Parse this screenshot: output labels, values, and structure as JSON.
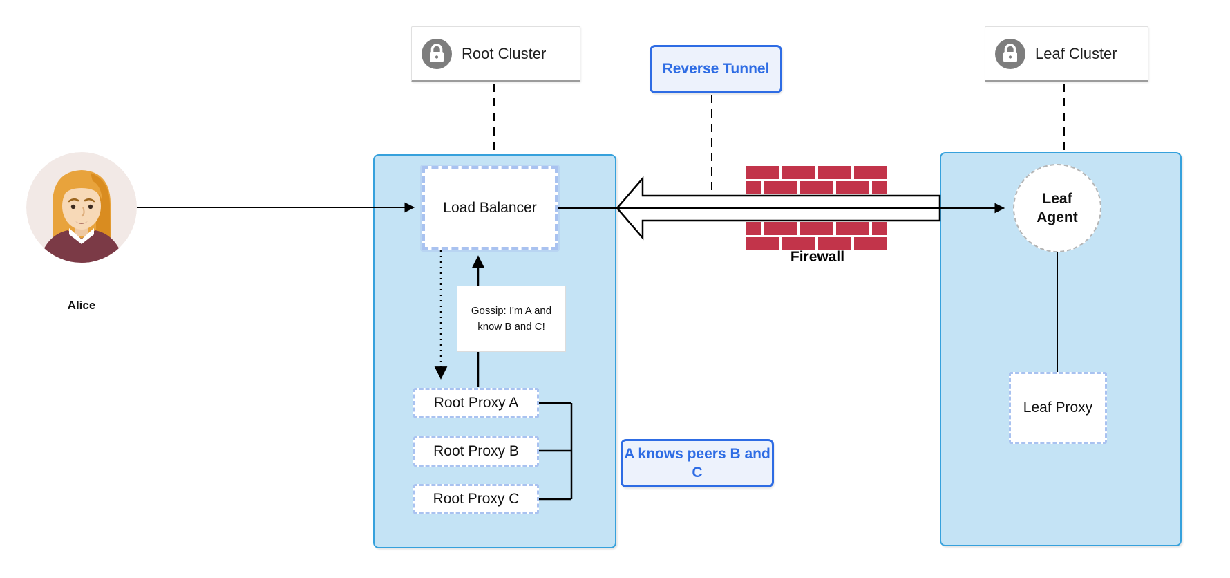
{
  "colors": {
    "cluster_fill": "#c4e3f5",
    "cluster_border": "#36a1dc",
    "dashed_node_border": "#a9c2f0",
    "accent_blue": "#2e6ce4",
    "accent_blue_fill": "#edf2fc",
    "firewall_red": "#c2344a",
    "lock_gray": "#7d7d7d"
  },
  "actors": {
    "alice": "Alice"
  },
  "root_cluster": {
    "title": "Root Cluster",
    "load_balancer": "Load Balancer",
    "proxies": [
      "Root Proxy A",
      "Root Proxy B",
      "Root Proxy C"
    ]
  },
  "leaf_cluster": {
    "title": "Leaf Cluster",
    "agent": "Leaf Agent",
    "proxy": "Leaf Proxy"
  },
  "annotations": {
    "reverse_tunnel": "Reverse Tunnel",
    "firewall": "Firewall",
    "gossip": "Gossip: I'm A and know B and C!",
    "peers": "A knows peers B and C"
  },
  "icons": {
    "lock": "lock-icon"
  }
}
